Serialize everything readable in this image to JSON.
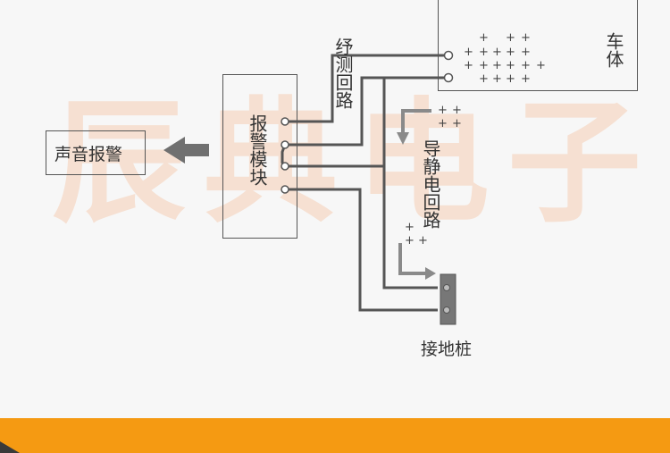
{
  "watermark": {
    "chars": [
      "辰",
      "典",
      "电",
      "子"
    ]
  },
  "labels": {
    "sound_alarm": "声音报警",
    "alarm_module": "报警模块",
    "detection_loop": "纾测回路",
    "vehicle_body": "车体",
    "static_loop": "导静电回路",
    "ground_stake": "接地桩"
  },
  "colors": {
    "wire": "#555555",
    "arrow": "#707070",
    "bottom_bar": "#f59a12",
    "watermark": "#f6d9c6"
  },
  "symbols": {
    "charge": "+"
  }
}
